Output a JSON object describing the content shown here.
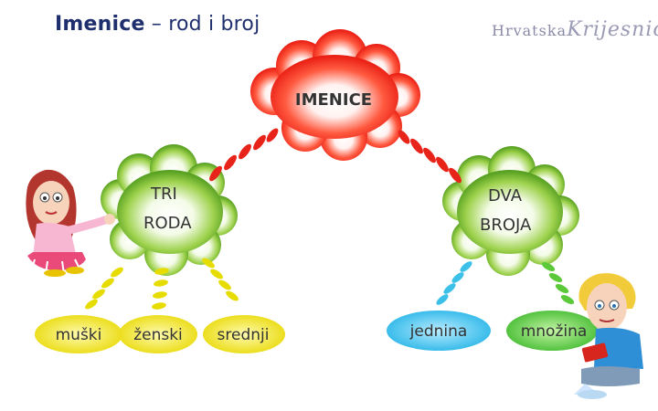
{
  "header": {
    "title_main": "Imenice",
    "title_sep": " – ",
    "title_rest": "rod i broj",
    "brand_prefix": "Hrvatska",
    "brand_main": "Krijesnica"
  },
  "diagram": {
    "root": "IMENICE",
    "left_branch": {
      "line1": "TRI",
      "line2": "RODA"
    },
    "right_branch": {
      "line1": "DVA",
      "line2": "BROJA"
    },
    "rod": [
      "muški",
      "ženski",
      "srednji"
    ],
    "broj": [
      "jednina",
      "množina"
    ]
  },
  "colors": {
    "root_cloud": "#ff2a1a",
    "branch_cloud": "#8cc63f",
    "yellow": "#f3e600",
    "cyan": "#39c4ea",
    "green": "#5ccc3b",
    "title": "#1f2f6e"
  }
}
